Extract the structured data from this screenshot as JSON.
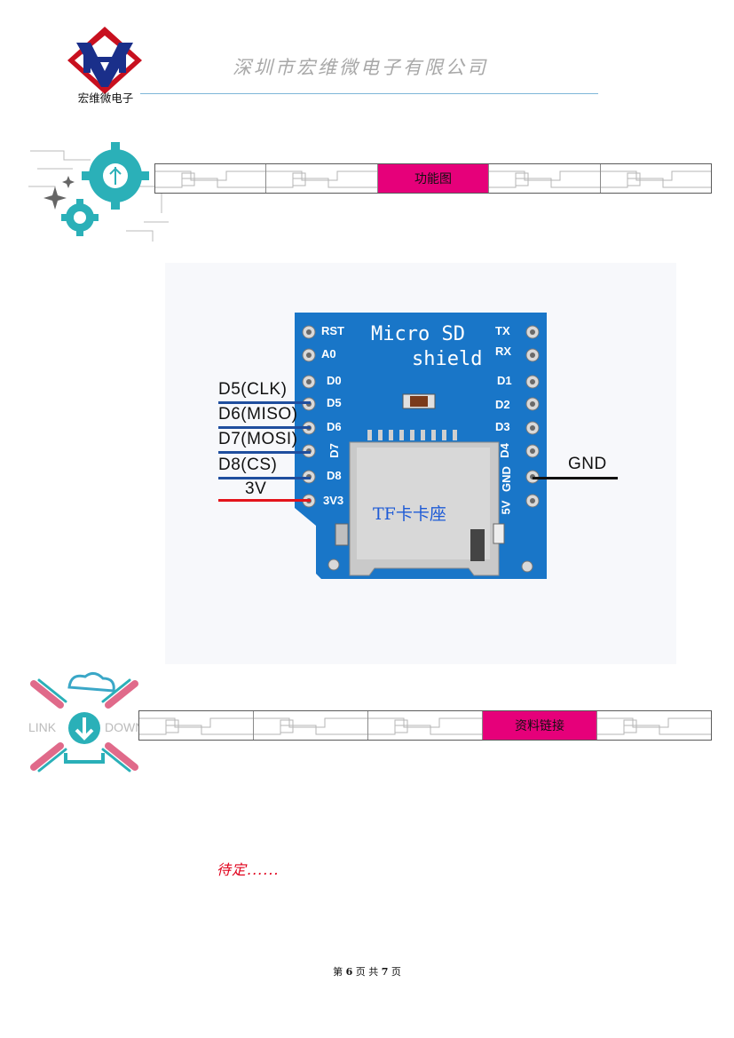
{
  "header": {
    "logo_text": "宏维微电子",
    "company": "深圳市宏维微电子有限公司"
  },
  "section1": {
    "title": "功能图"
  },
  "section2": {
    "title": "资料链接"
  },
  "link_art": {
    "left": "LINK",
    "right": "DOWN"
  },
  "board": {
    "title_line1": "Micro SD",
    "title_line2": "shield",
    "left_pins": [
      "RST",
      "A0",
      "D0",
      "D5",
      "D6",
      "D7",
      "D8",
      "3V3"
    ],
    "right_pins": [
      "TX",
      "RX",
      "D1",
      "D2",
      "D3",
      "D4",
      "GND",
      "5V"
    ],
    "slot_label": "TF卡卡座"
  },
  "annotations": {
    "d5": "D5(CLK)",
    "d6": "D6(MISO)",
    "d7": "D7(MOSI)",
    "d8": "D8(CS)",
    "v3": "3V",
    "gnd": "GND",
    "blue": "#1f4e9e",
    "red": "#e3141b",
    "black": "#111111"
  },
  "body": {
    "tbd": "待定......"
  },
  "footer": {
    "prefix": "第",
    "page": "6",
    "mid": "页 共",
    "total": "7",
    "suffix": "页"
  }
}
